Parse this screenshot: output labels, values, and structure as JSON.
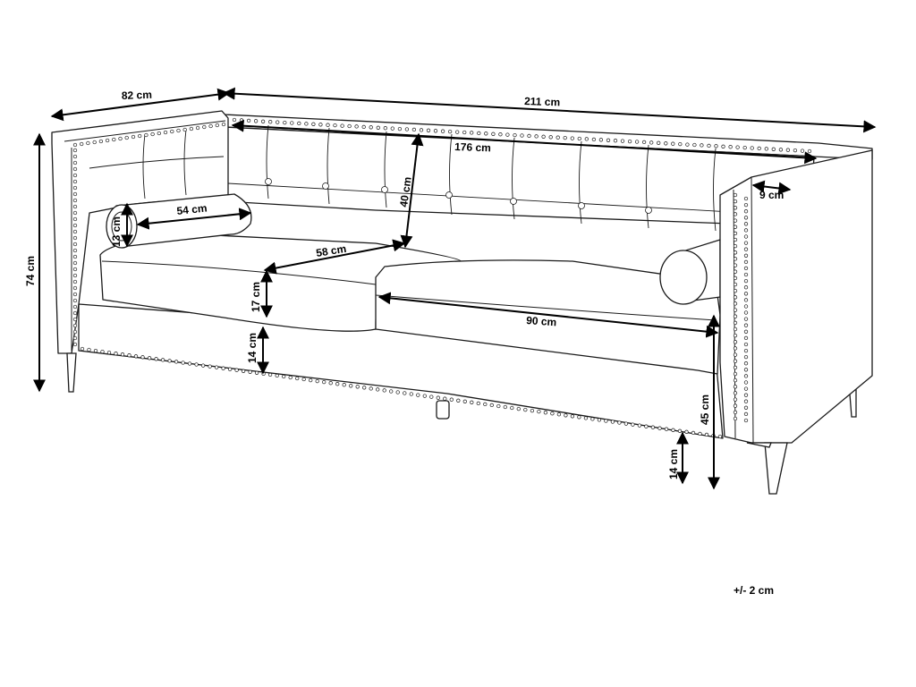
{
  "dimensions": {
    "depth": "82 cm",
    "width": "211 cm",
    "inner_width": "176 cm",
    "arm_width": "9 cm",
    "height": "74 cm",
    "bolster_diameter": "13 cm",
    "bolster_length": "54 cm",
    "seat_depth": "58 cm",
    "back_height": "40 cm",
    "cushion_thickness": "17 cm",
    "base_height": "14 cm",
    "cushion_width": "90 cm",
    "seat_height": "45 cm",
    "leg_height": "14 cm"
  },
  "tolerance": "+/- 2 cm"
}
